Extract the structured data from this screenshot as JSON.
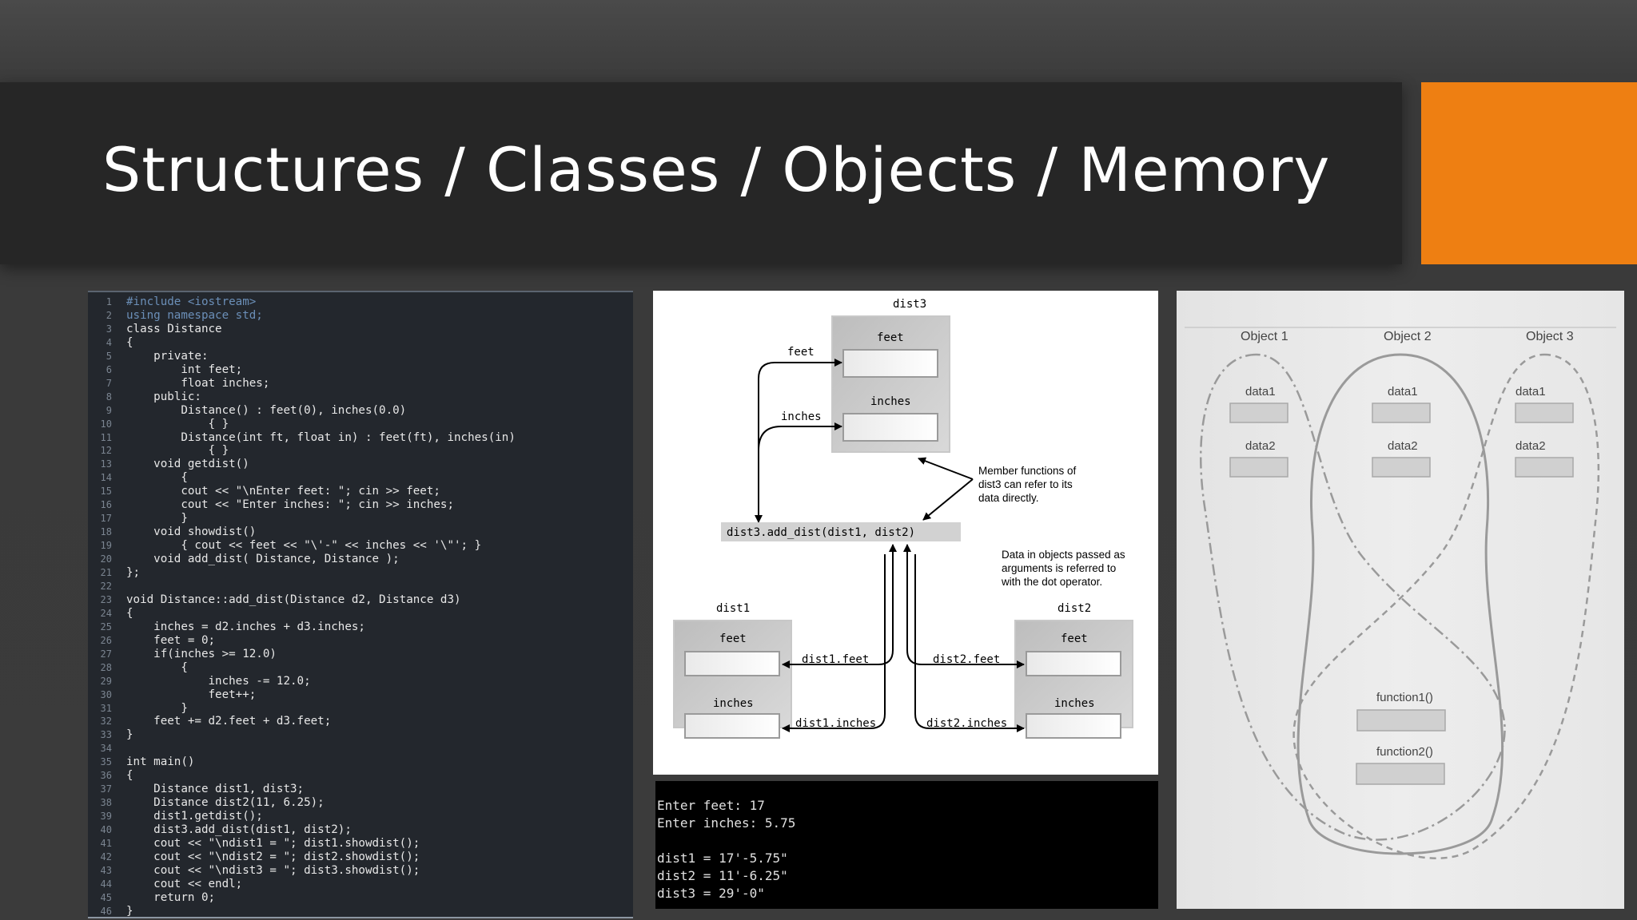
{
  "slide": {
    "title": "Structures / Classes / Objects / Memory",
    "accent_color": "#ee7f12",
    "band_color": "#262626"
  },
  "code": {
    "lines": [
      {
        "n": "1",
        "t": "#include <iostream>"
      },
      {
        "n": "2",
        "t": "using namespace std;"
      },
      {
        "n": "3",
        "t": "class Distance"
      },
      {
        "n": "4",
        "t": "{"
      },
      {
        "n": "5",
        "t": "    private:"
      },
      {
        "n": "6",
        "t": "        int feet;"
      },
      {
        "n": "7",
        "t": "        float inches;"
      },
      {
        "n": "8",
        "t": "    public:"
      },
      {
        "n": "9",
        "t": "        Distance() : feet(0), inches(0.0)"
      },
      {
        "n": "10",
        "t": "            { }"
      },
      {
        "n": "11",
        "t": "        Distance(int ft, float in) : feet(ft), inches(in)"
      },
      {
        "n": "12",
        "t": "            { }"
      },
      {
        "n": "13",
        "t": "    void getdist()"
      },
      {
        "n": "14",
        "t": "        {"
      },
      {
        "n": "15",
        "t": "        cout << \"\\nEnter feet: \"; cin >> feet;"
      },
      {
        "n": "16",
        "t": "        cout << \"Enter inches: \"; cin >> inches;"
      },
      {
        "n": "17",
        "t": "        }"
      },
      {
        "n": "18",
        "t": "    void showdist()"
      },
      {
        "n": "19",
        "t": "        { cout << feet << \"\\'-\" << inches << '\\\"'; }"
      },
      {
        "n": "20",
        "t": "    void add_dist( Distance, Distance );"
      },
      {
        "n": "21",
        "t": "};"
      },
      {
        "n": "22",
        "t": ""
      },
      {
        "n": "23",
        "t": "void Distance::add_dist(Distance d2, Distance d3)"
      },
      {
        "n": "24",
        "t": "{"
      },
      {
        "n": "25",
        "t": "    inches = d2.inches + d3.inches;"
      },
      {
        "n": "26",
        "t": "    feet = 0;"
      },
      {
        "n": "27",
        "t": "    if(inches >= 12.0)"
      },
      {
        "n": "28",
        "t": "        {"
      },
      {
        "n": "29",
        "t": "            inches -= 12.0;"
      },
      {
        "n": "30",
        "t": "            feet++;"
      },
      {
        "n": "31",
        "t": "        }"
      },
      {
        "n": "32",
        "t": "    feet += d2.feet + d3.feet;"
      },
      {
        "n": "33",
        "t": "}"
      },
      {
        "n": "34",
        "t": ""
      },
      {
        "n": "35",
        "t": "int main()"
      },
      {
        "n": "36",
        "t": "{"
      },
      {
        "n": "37",
        "t": "    Distance dist1, dist3;"
      },
      {
        "n": "38",
        "t": "    Distance dist2(11, 6.25);"
      },
      {
        "n": "39",
        "t": "    dist1.getdist();"
      },
      {
        "n": "40",
        "t": "    dist3.add_dist(dist1, dist2);"
      },
      {
        "n": "41",
        "t": "    cout << \"\\ndist1 = \"; dist1.showdist();"
      },
      {
        "n": "42",
        "t": "    cout << \"\\ndist2 = \"; dist2.showdist();"
      },
      {
        "n": "43",
        "t": "    cout << \"\\ndist3 = \"; dist3.showdist();"
      },
      {
        "n": "44",
        "t": "    cout << endl;"
      },
      {
        "n": "45",
        "t": "    return 0;"
      },
      {
        "n": "46",
        "t": "}"
      }
    ]
  },
  "diagram": {
    "dist3_label": "dist3",
    "dist1_label": "dist1",
    "dist2_label": "dist2",
    "feet_label": "feet",
    "inches_label": "inches",
    "arrow_feet": "feet",
    "arrow_inches": "inches",
    "call_text": "dist3.add_dist(dist1, dist2)",
    "note_member_1": "Member functions of",
    "note_member_2": "dist3 can refer to its",
    "note_member_3": "data directly.",
    "note_args_1": "Data in objects passed as",
    "note_args_2": "arguments is referred to",
    "note_args_3": "with the dot operator.",
    "d1_feet": "dist1.feet",
    "d1_inches": "dist1.inches",
    "d2_feet": "dist2.feet",
    "d2_inches": "dist2.inches"
  },
  "console": {
    "lines": [
      "Enter feet: 17",
      "Enter inches: 5.75",
      "",
      "dist1 = 17'-5.75\"",
      "dist2 = 11'-6.25\"",
      "dist3 = 29'-0\""
    ]
  },
  "objects": {
    "obj1": "Object 1",
    "obj2": "Object 2",
    "obj3": "Object 3",
    "data1": "data1",
    "data2": "data2",
    "function1": "function1()",
    "function2": "function2()"
  }
}
